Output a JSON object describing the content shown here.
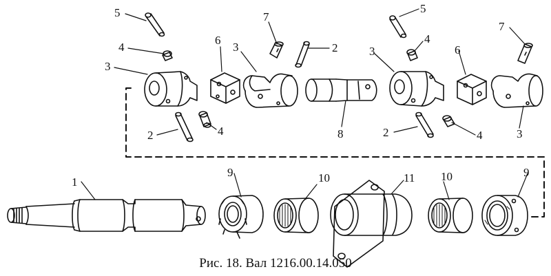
{
  "caption": "Рис. 18. Вал 1216.00.14.050",
  "callouts": [
    {
      "id": "c5a",
      "number": "5"
    },
    {
      "id": "c4a",
      "number": "4"
    },
    {
      "id": "c3a",
      "number": "3"
    },
    {
      "id": "c6a",
      "number": "6"
    },
    {
      "id": "c3b",
      "number": "3"
    },
    {
      "id": "c7a",
      "number": "7"
    },
    {
      "id": "c2a",
      "number": "2"
    },
    {
      "id": "c2b",
      "number": "2"
    },
    {
      "id": "c4b",
      "number": "4"
    },
    {
      "id": "c8",
      "number": "8"
    },
    {
      "id": "c5b",
      "number": "5"
    },
    {
      "id": "c4c",
      "number": "4"
    },
    {
      "id": "c3c",
      "number": "3"
    },
    {
      "id": "c6b",
      "number": "6"
    },
    {
      "id": "c7b",
      "number": "7"
    },
    {
      "id": "c2c",
      "number": "2"
    },
    {
      "id": "c4d",
      "number": "4"
    },
    {
      "id": "c3d",
      "number": "3"
    },
    {
      "id": "c1",
      "number": "1"
    },
    {
      "id": "c9a",
      "number": "9"
    },
    {
      "id": "c10a",
      "number": "10"
    },
    {
      "id": "c11",
      "number": "11"
    },
    {
      "id": "c10b",
      "number": "10"
    },
    {
      "id": "c9b",
      "number": "9"
    }
  ]
}
